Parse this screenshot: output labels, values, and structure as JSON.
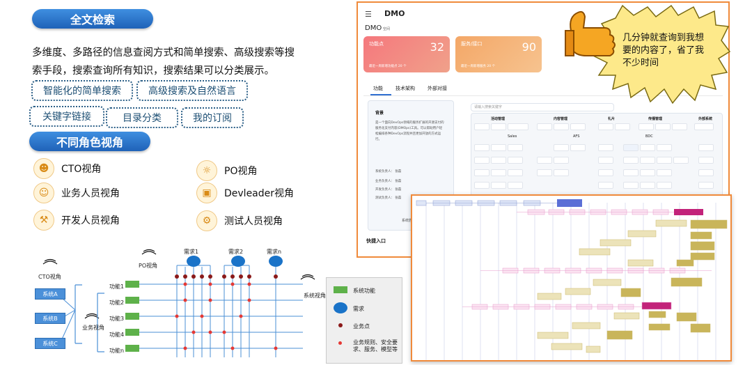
{
  "left": {
    "header1": "全文检索",
    "description": "多维度、多路径的信息查阅方式和简单搜索、高级搜索等搜索手段，搜索查询所有知识，搜索结果可以分类展示。",
    "tags": [
      "智能化的简单搜索",
      "高级搜索及自然语言",
      "关键字链接",
      "目录分类",
      "我的订阅"
    ],
    "header2": "不同角色视角",
    "roles": [
      {
        "label": "CTO视角",
        "icon": "manager-icon"
      },
      {
        "label": "PO视角",
        "icon": "team-icon"
      },
      {
        "label": "业务人员视角",
        "icon": "user-icon"
      },
      {
        "label": "Devleader视角",
        "icon": "monitor-icon"
      },
      {
        "label": "开发人员视角",
        "icon": "tools-icon"
      },
      {
        "label": "测试人员视角",
        "icon": "tester-icon"
      }
    ]
  },
  "diagram": {
    "cto": "CTO视角",
    "po": "PO视角",
    "biz": "业务视角",
    "sysview": "系统视角",
    "systems": [
      "系统A",
      "系统B",
      "系统C"
    ],
    "functions": [
      "功能1",
      "功能2",
      "功能3",
      "功能4",
      "功能n"
    ],
    "needs": [
      "需求1",
      "需求2",
      "需求n"
    ],
    "legend": [
      "系统功能",
      "需求",
      "业务点",
      "业务规则、安全要求、服务、模型等"
    ]
  },
  "app": {
    "title": "DMO",
    "subtitle": "DMO",
    "subtitle_small": "空间",
    "card1_label": "功能点",
    "card1_value": "32",
    "card1_foot": "最近一周新增功能点  20 个",
    "card2_label": "服务/接口",
    "card2_value": "90",
    "card2_foot": "最近一周新增服务  20 个",
    "tabs": [
      "功能",
      "技术架构",
      "外部对接"
    ],
    "bg_title": "背景",
    "bg_text": "是一个面向DevOps领域的服务扩展的开源支付的服务化支付内容(DMOps)工具。可以帮助用户轻松编排各种DevOps流程并且更加开放的方式运行。",
    "people": [
      "系统负责人： 张磊",
      "业务负责人： 张磊",
      "开发负责人： 张磊",
      "测试负责人： 张磊"
    ],
    "sys_label": "系统族",
    "quick": "快捷入口",
    "search_placeholder": "请输入搜索关键字",
    "modules": [
      "活动管理",
      "内容管理",
      "礼片",
      "传播管理",
      "外部系统"
    ],
    "sub_modules": [
      "Sales",
      "AFS",
      "BDC"
    ]
  },
  "bubble": {
    "text": "几分钟就查询到我想要的内容了，省了我不少时间"
  }
}
